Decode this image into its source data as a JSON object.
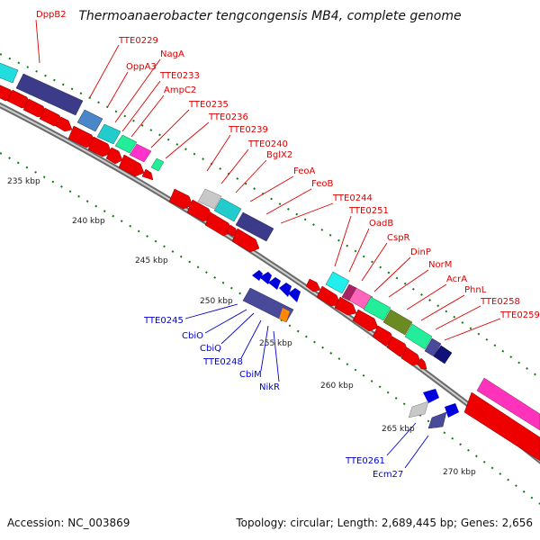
{
  "title": "Thermoanaerobacter tengcongensis MB4, complete genome",
  "footer": {
    "accession": "Accession: NC_003869",
    "summary": "Topology: circular; Length: 2,689,445 bp; Genes: 2,656"
  },
  "colors": {
    "forward_label": "#dd0000",
    "reverse_label": "#0000cc",
    "backbone": "#9a9a9a",
    "tick": "#117711"
  },
  "kbp_labels": [
    "235 kbp",
    "240 kbp",
    "245 kbp",
    "250 kbp",
    "255 kbp",
    "260 kbp",
    "265 kbp",
    "270 kbp"
  ],
  "forward_genes": [
    "DppB2",
    "TTE0229",
    "OppA3",
    "NagA",
    "TTE0233",
    "AmpC2",
    "TTE0235",
    "TTE0236",
    "TTE0239",
    "TTE0240",
    "BglX2",
    "FeoA",
    "FeoB",
    "TTE0244",
    "TTE0251",
    "OadB",
    "CspR",
    "DinP",
    "NorM",
    "AcrA",
    "PhnL",
    "TTE0258",
    "TTE0259"
  ],
  "reverse_genes": [
    "TTE0245",
    "CbiO",
    "CbiQ",
    "TTE0248",
    "CbiM",
    "NikR",
    "TTE0261",
    "Ecm27"
  ]
}
